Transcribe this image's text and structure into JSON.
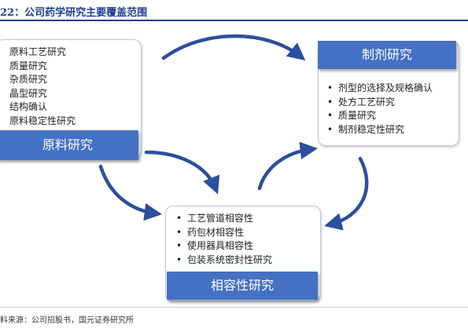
{
  "header": {
    "title": "22：公司药学研究主要覆盖范围"
  },
  "raw_material": {
    "items": [
      "原料工艺研究",
      "质量研究",
      "杂质研究",
      "晶型研究",
      "结构确认",
      "原料稳定性研究"
    ],
    "banner": "原料研究"
  },
  "formulation": {
    "banner": "制剂研究",
    "items": [
      "剂型的选择及规格确认",
      "处方工艺研究",
      "质量研究",
      "制剂稳定性研究"
    ]
  },
  "compatibility": {
    "items": [
      "工艺管道相容性",
      "药包材相容性",
      "使用器具相容性",
      "包装系统密封性研究"
    ],
    "banner": "相容性研究"
  },
  "colors": {
    "banner": "#4571c4",
    "arrow": "#2c4f9e",
    "title": "#1f3f8f"
  },
  "footer": {
    "source": "料来源：公司招股书，国元证券研究所"
  }
}
